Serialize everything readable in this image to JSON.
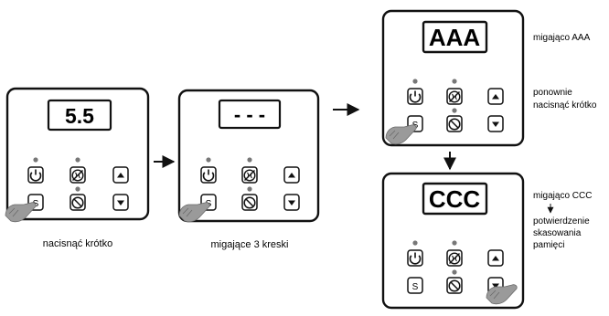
{
  "panels": [
    {
      "display": "5.5",
      "caption": "nacisnąć krótko"
    },
    {
      "display": "- - -",
      "caption": "migające 3 kreski"
    },
    {
      "display": "AAA",
      "notes": [
        "migająco AAA",
        "ponownie",
        "nacisnąć krótko"
      ]
    },
    {
      "display": "CCC",
      "notes": [
        "migająco CCC",
        "potwierdzenie",
        "skasowania",
        "pamięci"
      ]
    }
  ],
  "buttons": {
    "s_label": "S"
  },
  "colors": {
    "ink": "#111111",
    "led": "#777777",
    "hand": "#9a9a9a"
  }
}
